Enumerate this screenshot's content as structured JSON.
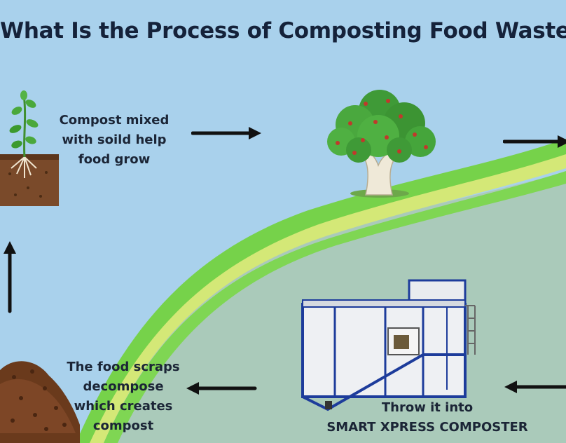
{
  "title": "What Is the Process of Composting Food Waste?",
  "steps": {
    "grow": {
      "lines": [
        "Compost mixed",
        "with soild help",
        "food grow"
      ]
    },
    "decompose": {
      "lines": [
        "The food scraps",
        "decompose",
        "which creates",
        "compost"
      ]
    },
    "composter": {
      "lines": [
        "Throw it into",
        "SMART XPRESS COMPOSTER"
      ]
    }
  },
  "colors": {
    "sky": "#a9d1ec",
    "ground": "#aacaba",
    "band_green": "#76d24a",
    "band_yellow": "#d4e877",
    "text": "#1b2536",
    "arrow": "#111111"
  },
  "icons": [
    "seedling-soil-image",
    "tree-image",
    "composter-machine-image",
    "compost-pile-image",
    "arrow-right-icon",
    "arrow-left-icon",
    "arrow-up-icon"
  ]
}
